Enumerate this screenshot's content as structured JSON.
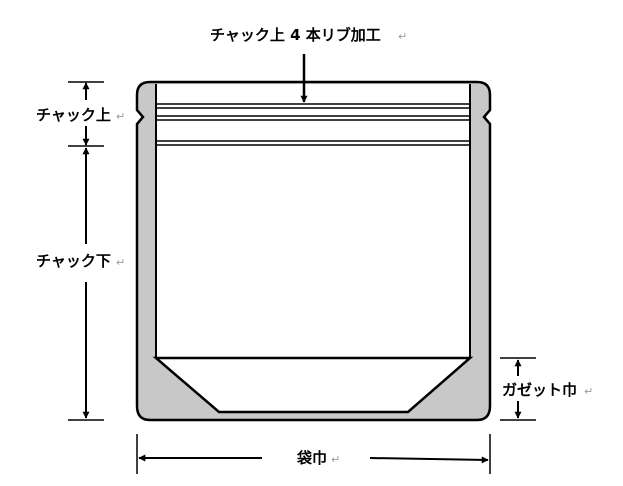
{
  "labels": {
    "rib_label": "チャック上 4 本リブ加工",
    "zipper_top": "チャック上",
    "zipper_bottom": "チャック下",
    "gusset_width": "ガゼット巾",
    "bag_width": "袋巾"
  },
  "return_mark": "↵",
  "colors": {
    "outline": "#000000",
    "gusset_fill": "#c8c8c8",
    "background": "#ffffff"
  }
}
